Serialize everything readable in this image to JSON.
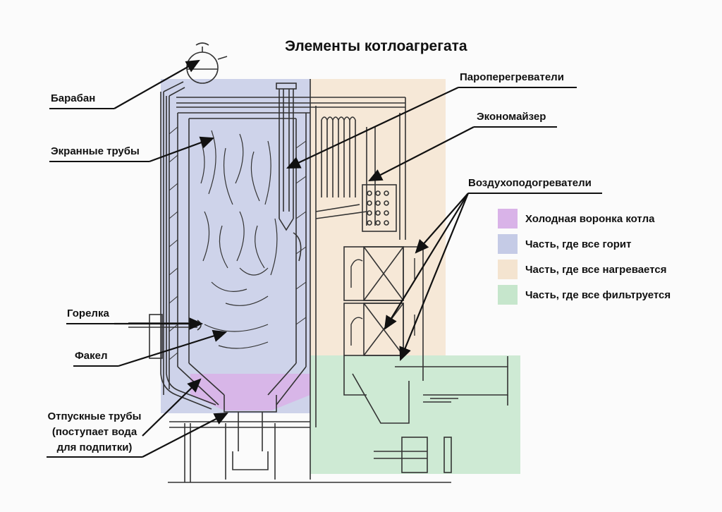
{
  "title": "Элементы котлоагрегата",
  "labels": {
    "drum": "Барабан",
    "screen_tubes": "Экранные трубы",
    "burner": "Горелка",
    "flame": "Факел",
    "downcomer_line1": "Отпускные трубы",
    "downcomer_line2": "(поступает вода",
    "downcomer_line3": "для подпитки)",
    "superheaters": "Пароперегреватели",
    "economizer": "Экономайзер",
    "air_heaters": "Воздухоподогреватели"
  },
  "legend": [
    {
      "label": "Холодная воронка котла",
      "color": "#d9b3e8"
    },
    {
      "label": "Часть, где все горит",
      "color": "#c5cbe6"
    },
    {
      "label": "Часть, где все нагревается",
      "color": "#f4e4d0"
    },
    {
      "label": "Часть, где все фильтруется",
      "color": "#c6e6cc"
    }
  ],
  "zone_colors": {
    "burn": "#c5cbe6",
    "heat": "#f4e4d0",
    "filter": "#c6e6cc",
    "funnel": "#d9b3e8"
  }
}
